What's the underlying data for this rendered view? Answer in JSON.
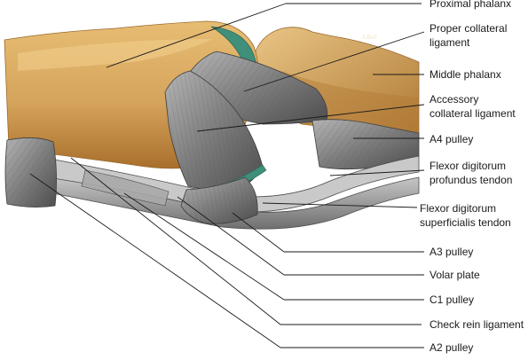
{
  "labels": {
    "proximal_phalanx": "Proximal phalanx",
    "proper_collateral_ligament": "Proper collateral ligament",
    "middle_phalanx": "Middle phalanx",
    "accessory_collateral_ligament": "Accessory collateral ligament",
    "a4_pulley": "A4 pulley",
    "fdp_tendon": "Flexor digitorum profundus tendon",
    "fds_tendon": "Flexor digitorum superficialis tendon",
    "a3_pulley": "A3 pulley",
    "volar_plate": "Volar plate",
    "c1_pulley": "C1 pulley",
    "check_rein_ligament": "Check rein ligament",
    "a2_pulley": "A2 pulley"
  },
  "label_lines": {
    "proper_collateral_ligament": [
      "Proper collateral",
      "ligament"
    ],
    "accessory_collateral_ligament": [
      "Accessory",
      "collateral ligament"
    ],
    "fdp_tendon": [
      "Flexor digitorum",
      "profundus tendon"
    ],
    "fds_tendon": [
      "Flexor digitorum",
      "superficialis tendon"
    ]
  },
  "signature": "S.Bell",
  "colors": {
    "bone": "#d6a45c",
    "bone_dark": "#a86f2c",
    "ligament": "#8e8e8e",
    "ligament_dark": "#4d4d4d",
    "cartilage": "#3f8f7a",
    "leader": "#1a1a1a"
  }
}
